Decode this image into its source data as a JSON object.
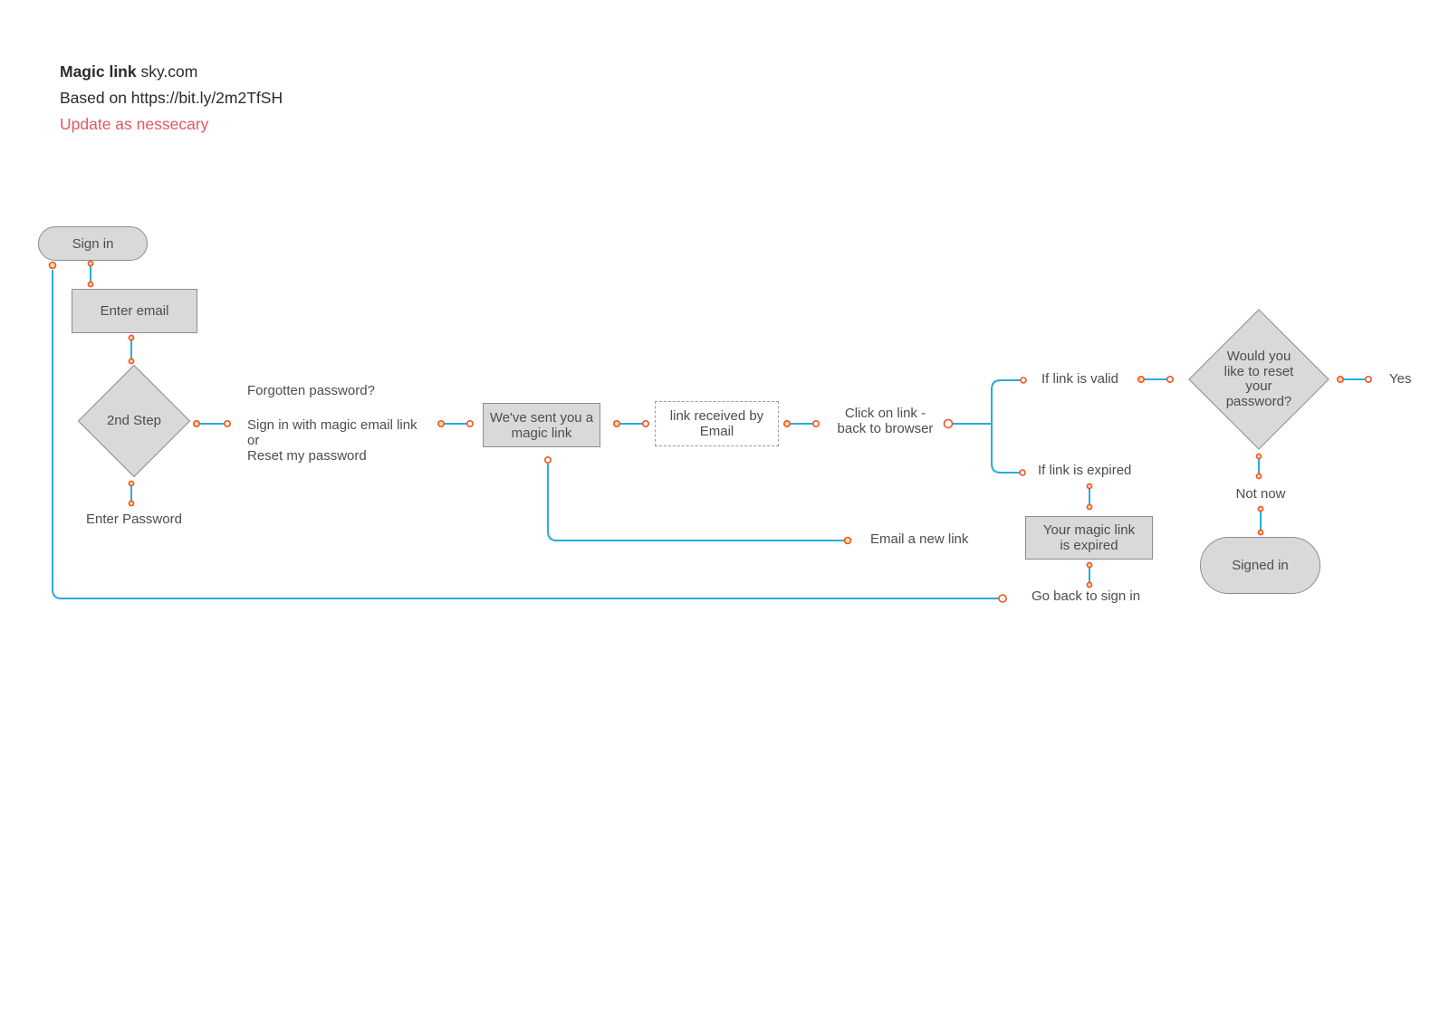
{
  "header": {
    "title_bold": "Magic link",
    "title_regular": " sky.com",
    "source_line": "Based on https://bit.ly/2m2TfSH",
    "note": "Update as nessecary"
  },
  "palette": {
    "connector_blue": "#29abe2",
    "marker_orange": "#f0561f",
    "node_fill": "#d9d9d9",
    "node_border": "#8c8c8c",
    "text_gray": "#4d4d4d",
    "note_red": "#e4575e"
  },
  "nodes": {
    "sign_in": "Sign in",
    "enter_email": "Enter email",
    "second_step": "2nd Step",
    "we_sent_magic_link": "We've sent you a\nmagic link",
    "link_received_by_email": "link received by\nEmail",
    "your_magic_link_expired": "Your magic link\nis expired",
    "reset_password_question": "Would you\nlike to reset\nyour\npassword?",
    "signed_in": "Signed in"
  },
  "labels": {
    "enter_password": "Enter Password",
    "forgotten_password": "Forgotten password?",
    "sign_in_options": "Sign in with magic email link\nor\nReset my password",
    "click_on_link": "Click on link -\nback to browser",
    "if_link_valid": "If link is valid",
    "if_link_expired": "If link is expired",
    "yes": "Yes",
    "not_now": "Not now",
    "email_new_link": "Email a new link",
    "go_back": "Go back to sign in"
  }
}
